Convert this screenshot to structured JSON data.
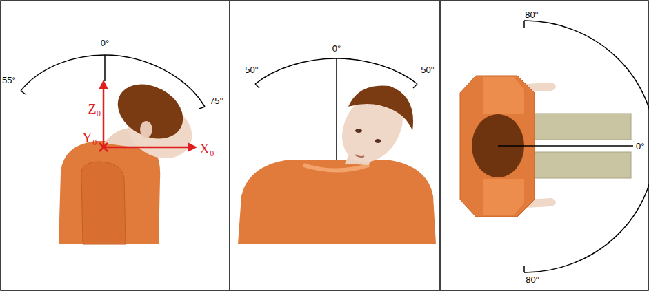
{
  "diagram": {
    "labels": [
      "0°",
      "55°",
      "75°",
      "Z₀",
      "Y₀",
      "X₀",
      "50°",
      "0°",
      "50°",
      "80°",
      "0°",
      "80°"
    ]
  }
}
